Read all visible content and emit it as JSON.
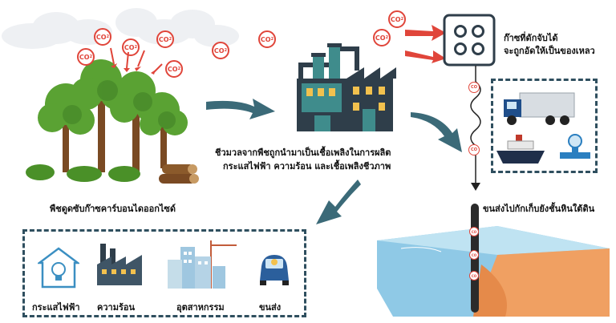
{
  "labels": {
    "plant_absorb": "พืชดูดซับก๊าซคาร์บอนไดออกไซด์",
    "biomass_line1": "ชีวมวลจากพืชถูกนำมาเป็นเชื้อเพลิงในการผลิต",
    "biomass_line2": "กระแสไฟฟ้า ความร้อน และเชื้อเพลิงชีวภาพ",
    "captured_line1": "ก๊าซที่ดักจับได้",
    "captured_line2": "จะถูกอัดให้เป็นของเหลว",
    "transport_storage": "ขนส่งไปกักเก็บยังชั้นหินใต้ดิน"
  },
  "co2_text": "CO",
  "co2_sub": "2",
  "uses": [
    {
      "label": "กระแสไฟฟ้า",
      "icon": "lightbulb-house-icon"
    },
    {
      "label": "ความร้อน",
      "icon": "factory-icon"
    },
    {
      "label": "อุตสาหกรรม",
      "icon": "industry-buildings-icon"
    },
    {
      "label": "ขนส่ง",
      "icon": "car-icon"
    }
  ],
  "colors": {
    "co2_red": "#e0453a",
    "arrow_teal": "#3b6a78",
    "factory_dark": "#2f3e4a",
    "factory_teal": "#3f8c8c",
    "tree_green": "#5aa233",
    "border_dashed": "#2f4f5f"
  }
}
